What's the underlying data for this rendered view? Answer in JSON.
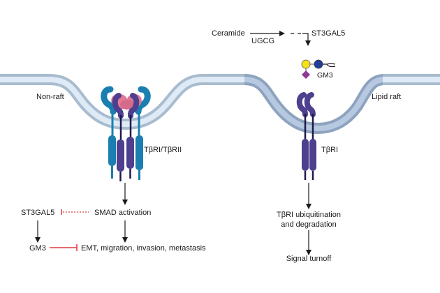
{
  "title": "GM3 / lipid raft regulation of TGF-beta receptor signaling",
  "colors": {
    "nonraft_membrane_fill": "#deeaf6",
    "nonraft_membrane_edge": "#a9bccf",
    "raft_membrane_fill": "#b7c9e0",
    "raft_membrane_edge": "#8ea3bf",
    "receptor_teal": "#1a7fb0",
    "receptor_purple": "#4e3f8f",
    "ligand_pink": "#e07a98",
    "inhibition_red": "#e0393e",
    "arrow_black": "#1a1a1a",
    "glc_yellow": "#f5e11a",
    "gal_blue": "#1f3f9a",
    "sia_purple": "#8e3a94"
  },
  "labels": {
    "non_raft": "Non-raft",
    "lipid_raft": "Lipid raft",
    "receptor_complex": "TβRI/TβRII",
    "receptor_single": "TβRI",
    "ceramide": "Ceramide",
    "ugcg": "UGCG",
    "st3gal5_top": "ST3GAL5",
    "gm3_top": "GM3",
    "st3gal5_left": "ST3GAL5",
    "smad_activation": "SMAD activation",
    "gm3_left": "GM3",
    "emt": "EMT, migration, invasion, metastasis",
    "ubiquitination_line1": "TβRI ubiquitination",
    "ubiquitination_line2": "and degradation",
    "signal_turnoff": "Signal turnoff"
  },
  "glycan_legend": {
    "symbols": [
      "yellow-circle-glucose",
      "blue-circle-galactose",
      "purple-diamond-sialic-acid",
      "ceramide-tail"
    ]
  }
}
